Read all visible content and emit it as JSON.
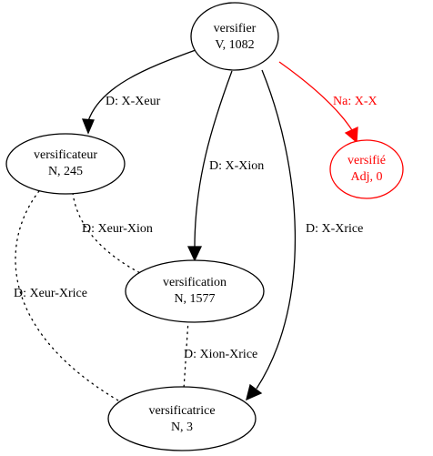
{
  "colors": {
    "default": "#000000",
    "highlight": "#ff0000"
  },
  "nodes": {
    "versifier": {
      "word": "versifier",
      "info": "V, 1082"
    },
    "versificateur": {
      "word": "versificateur",
      "info": "N, 245"
    },
    "versifie": {
      "word": "versifié",
      "info": "Adj, 0"
    },
    "versification": {
      "word": "versification",
      "info": "N, 1577"
    },
    "versificatrice": {
      "word": "versificatrice",
      "info": "N, 3"
    }
  },
  "edges": {
    "versifier_versificateur": {
      "label": "D: X-Xeur",
      "style": "solid",
      "arrow": true
    },
    "versifier_versification": {
      "label": "D: X-Xion",
      "style": "solid",
      "arrow": true
    },
    "versifier_versificatrice": {
      "label": "D: X-Xrice",
      "style": "solid",
      "arrow": true
    },
    "versifier_versifie": {
      "label": "Na: X-X",
      "style": "solid",
      "arrow": true
    },
    "versificateur_versification": {
      "label": "D: Xeur-Xion",
      "style": "dotted",
      "arrow": false
    },
    "versificateur_versificatrice": {
      "label": "D: Xeur-Xrice",
      "style": "dotted",
      "arrow": false
    },
    "versification_versificatrice": {
      "label": "D: Xion-Xrice",
      "style": "dotted",
      "arrow": false
    }
  }
}
